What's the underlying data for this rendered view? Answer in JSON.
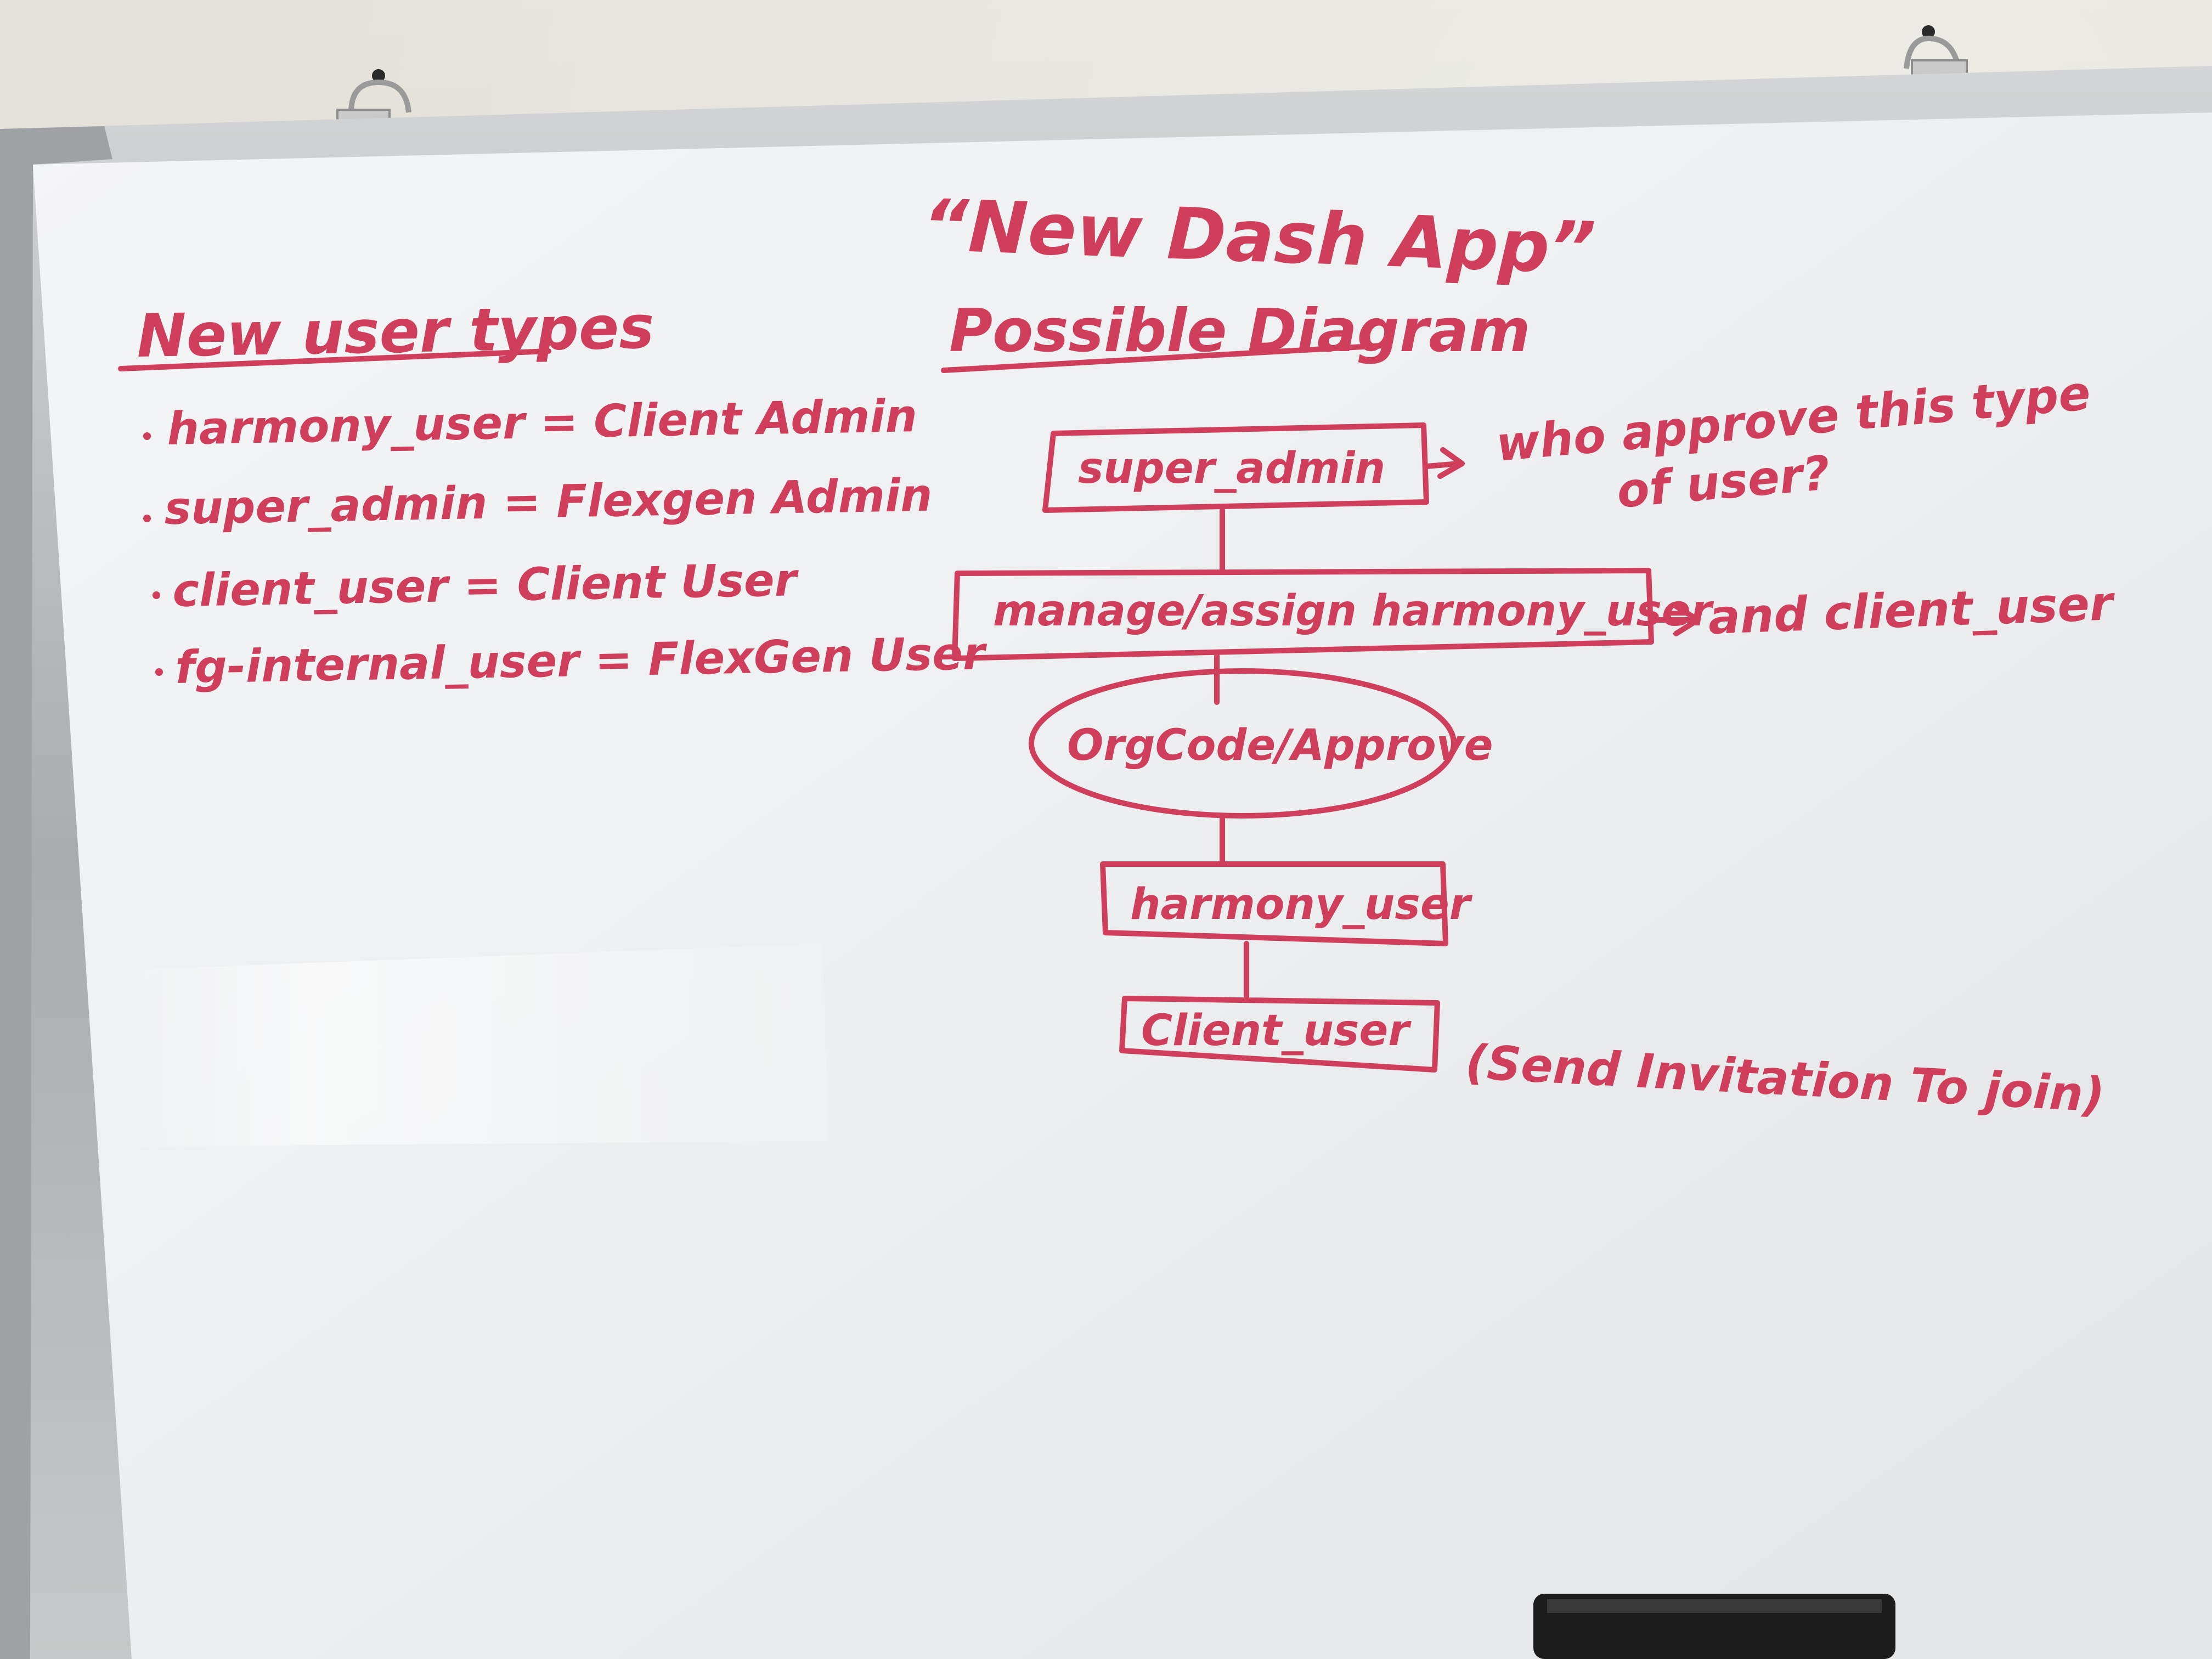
{
  "colors": {
    "ink": "#cf3f5c",
    "board": "#f1f1f2",
    "frame": "#bfc1c2",
    "wall": "#e0ded6"
  },
  "board": {
    "title": "“New Dash App”",
    "subtitle": "Possible Diagram"
  },
  "user_types": {
    "heading": "New user types",
    "items": [
      "harmony_user = Client Admin",
      "super_admin = Flexgen Admin",
      "client_user = Client User",
      "fg-internal_user = FlexGen User"
    ]
  },
  "diagram": {
    "nodes": [
      "super_admin",
      "manage/assign harmony_user",
      "OrgCode/Approve",
      "harmony_user",
      "Client_user"
    ],
    "notes": {
      "super_admin_line1": "who approve this type",
      "super_admin_line2": "of user?",
      "manage_assign": "and client_user",
      "client_user": "(Send Invitation To join)"
    }
  },
  "icons": {
    "hanger_left": "hanger-hook-icon",
    "hanger_right": "hanger-hook-icon",
    "eraser": "eraser-icon"
  }
}
